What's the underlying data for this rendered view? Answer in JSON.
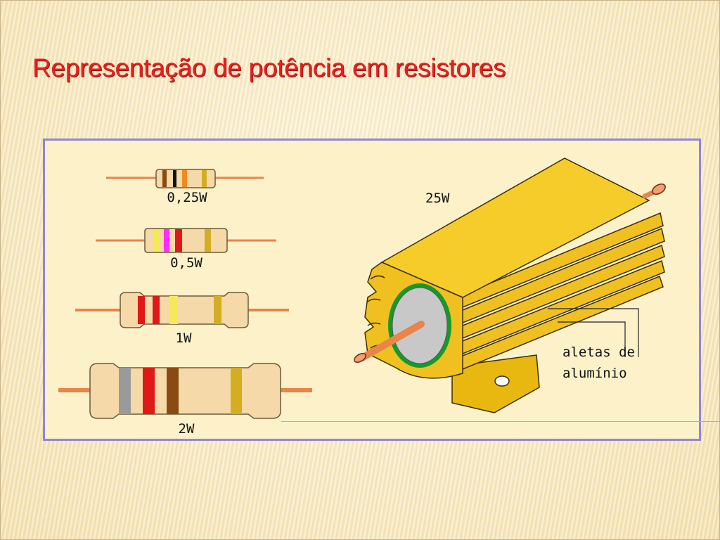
{
  "slide": {
    "title": "Representação de potência em resistores"
  },
  "resistors": [
    {
      "label": "0,25W"
    },
    {
      "label": "0,5W"
    },
    {
      "label": "1W"
    },
    {
      "label": "2W"
    }
  ],
  "power_resistor": {
    "label": "25W",
    "fins_label_line1": "aletas de",
    "fins_label_line2": "alumínio"
  },
  "colors": {
    "title": "#e3211f",
    "frame": "#8f86d9",
    "resistor_body": "#f6d9a8",
    "lead": "#e9844a",
    "aluminum": "#f0c020",
    "band_gold": "#d4ae22"
  }
}
